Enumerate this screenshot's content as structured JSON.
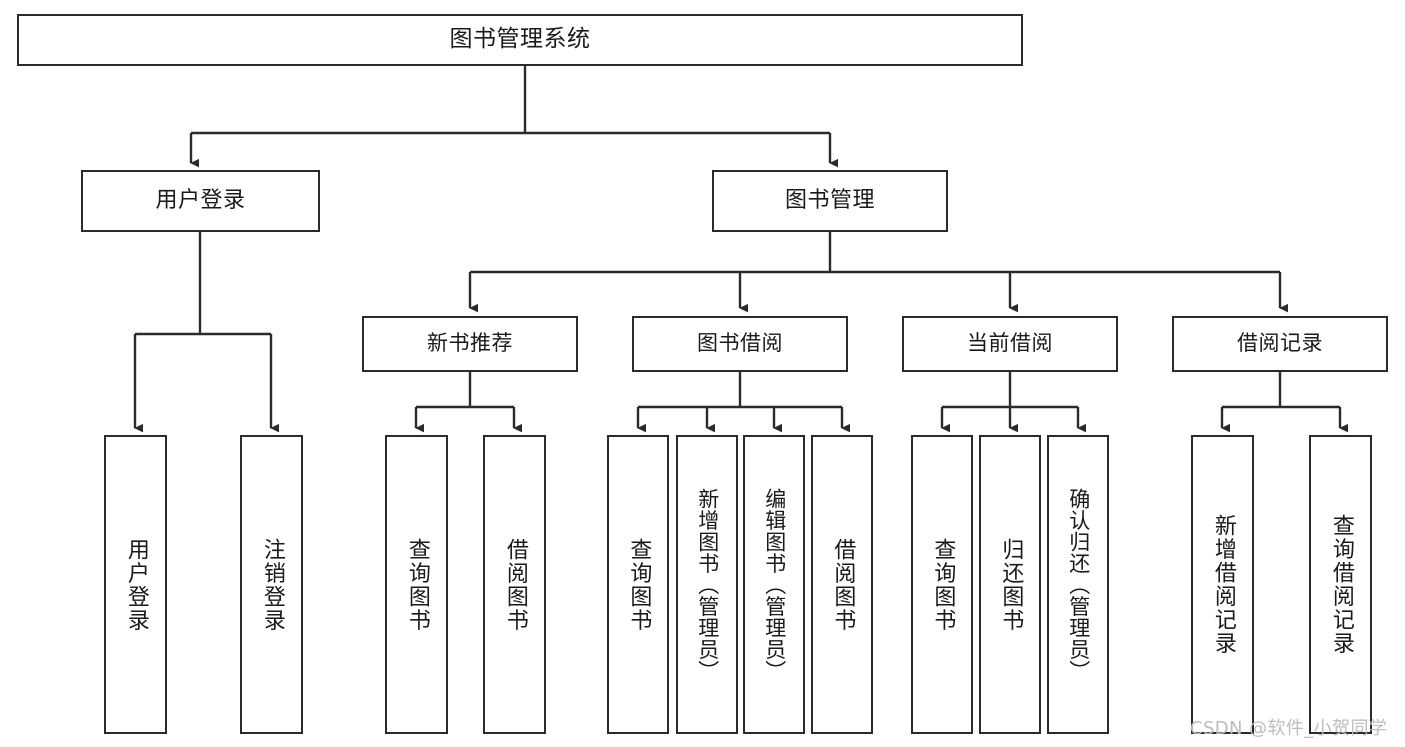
{
  "diagram": {
    "type": "tree-hierarchy-chart",
    "title": "图书管理系统",
    "watermark": "CSDN @软件_小贺同学",
    "colors": {
      "stroke": "#2b2b2b",
      "fill": "#ffffff",
      "text": "#1a1a1a",
      "watermark": "#bdbdbd"
    },
    "root": {
      "label": "图书管理系统"
    },
    "level2": [
      {
        "label": "用户登录"
      },
      {
        "label": "图书管理"
      }
    ],
    "level3": [
      {
        "label": "新书推荐"
      },
      {
        "label": "图书借阅"
      },
      {
        "label": "当前借阅"
      },
      {
        "label": "借阅记录"
      }
    ],
    "leaves": {
      "user_login": [
        {
          "label": "用户登录"
        },
        {
          "label": "注销登录"
        }
      ],
      "new_book_recommend": [
        {
          "label": "查询图书"
        },
        {
          "label": "借阅图书"
        }
      ],
      "book_borrow": [
        {
          "label": "查询图书"
        },
        {
          "label": "新增图书（管理员）"
        },
        {
          "label": "编辑图书（管理员）"
        },
        {
          "label": "借阅图书"
        }
      ],
      "current_borrow": [
        {
          "label": "查询图书"
        },
        {
          "label": "归还图书"
        },
        {
          "label": "确认归还（管理员）"
        }
      ],
      "borrow_record": [
        {
          "label": "新增借阅记录"
        },
        {
          "label": "查询借阅记录"
        }
      ]
    }
  }
}
